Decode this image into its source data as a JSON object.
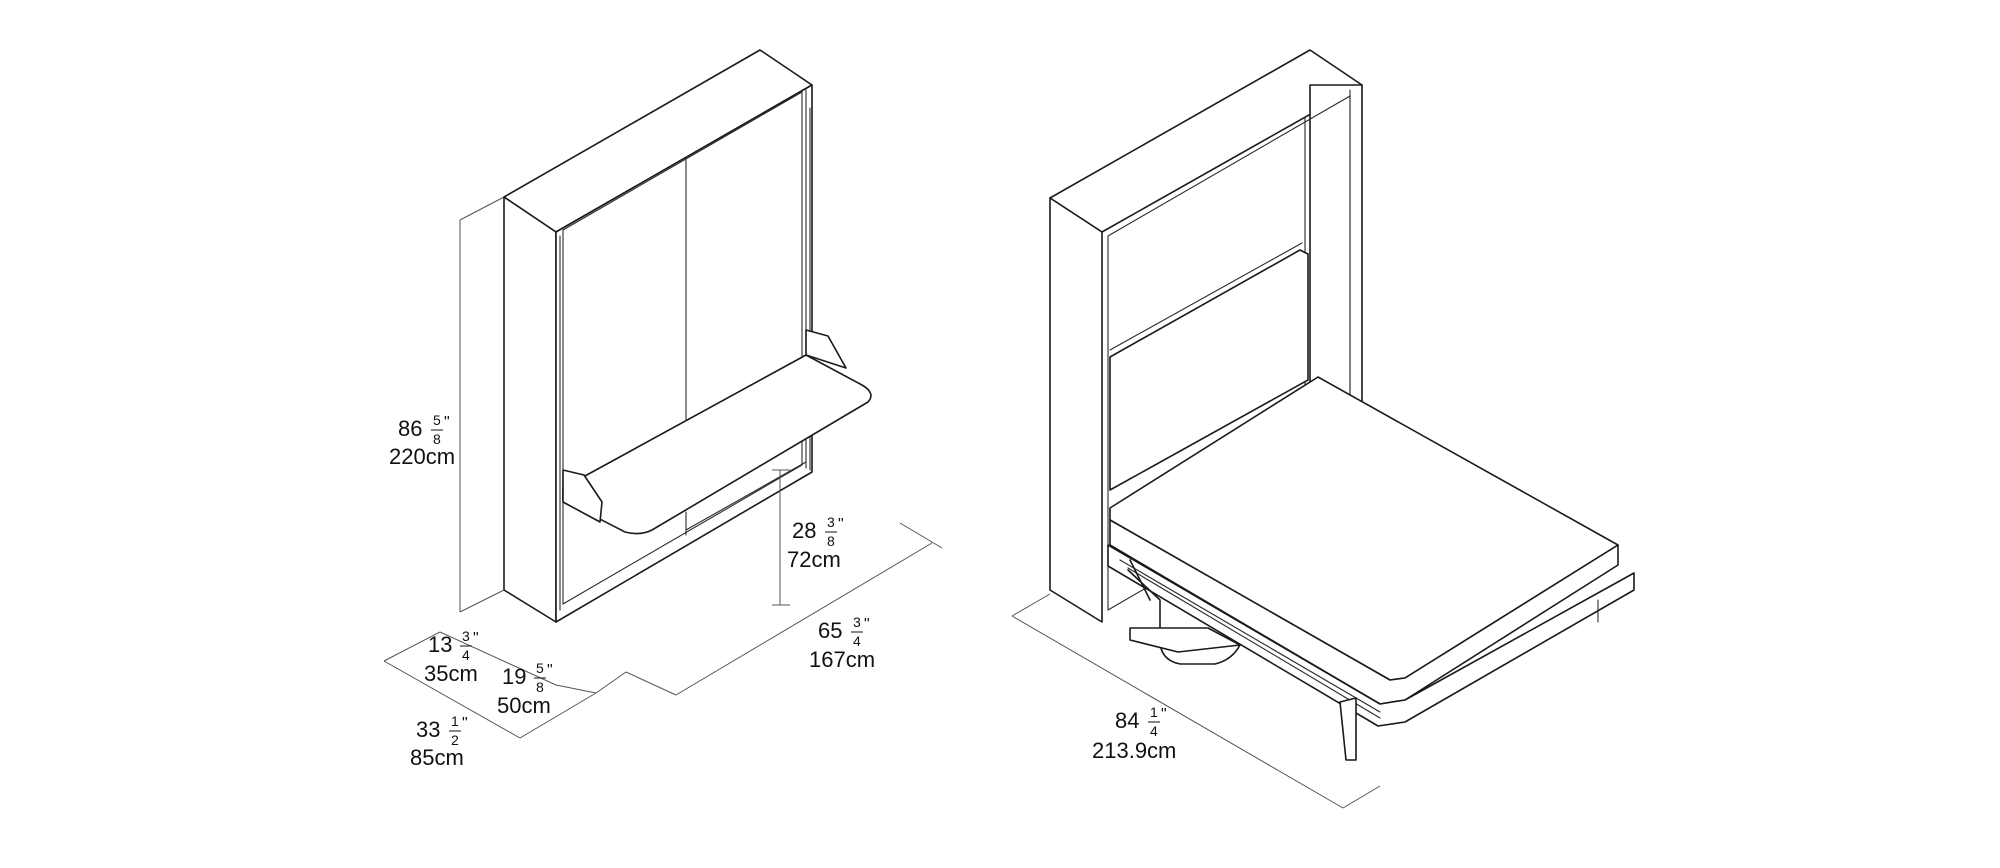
{
  "diagram_left": {
    "height": {
      "whole": "86",
      "num": "5",
      "den": "8",
      "unit": "\"",
      "metric": "220cm"
    },
    "desk_height": {
      "whole": "28",
      "num": "3",
      "den": "8",
      "unit": "\"",
      "metric": "72cm"
    },
    "width": {
      "whole": "65",
      "num": "3",
      "den": "4",
      "unit": "\"",
      "metric": "167cm"
    },
    "cabinet_depth": {
      "whole": "13",
      "num": "3",
      "den": "4",
      "unit": "\"",
      "metric": "35cm"
    },
    "desk_depth": {
      "whole": "19",
      "num": "5",
      "den": "8",
      "unit": "\"",
      "metric": "50cm"
    },
    "total_depth": {
      "whole": "33",
      "num": "1",
      "den": "2",
      "unit": "\"",
      "metric": "85cm"
    }
  },
  "diagram_right": {
    "open_depth": {
      "whole": "84",
      "num": "1",
      "den": "4",
      "unit": "\"",
      "metric": "213.9cm"
    }
  }
}
